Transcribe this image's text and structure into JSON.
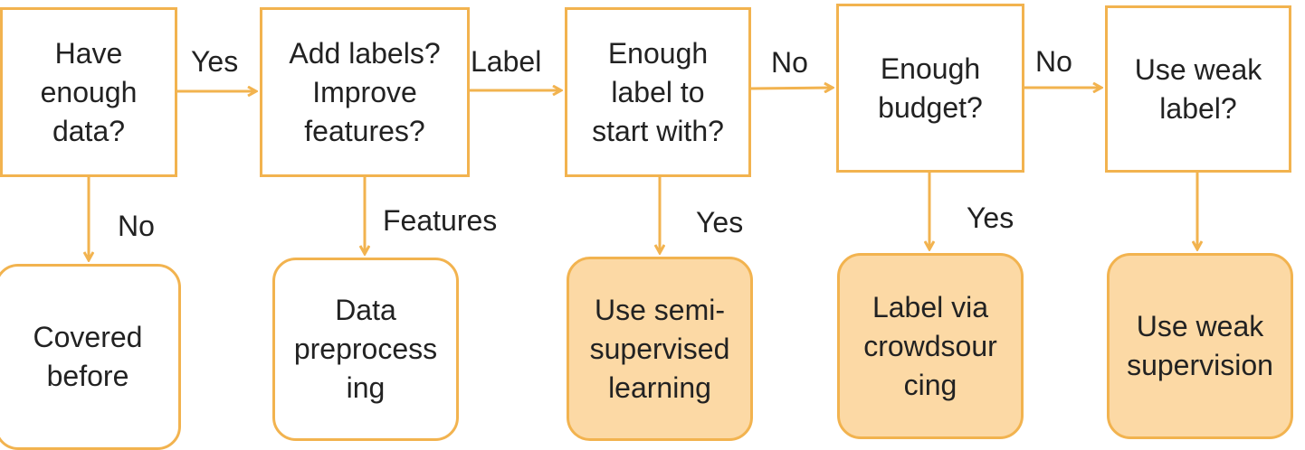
{
  "colors": {
    "stroke": "#f2b34f",
    "outcome_fill": "#fcd9a5",
    "text": "#222222",
    "background": "#ffffff"
  },
  "decisions": [
    {
      "id": "d1",
      "text": "Have\nenough\ndata?"
    },
    {
      "id": "d2",
      "text": "Add labels?\nImprove\nfeatures?"
    },
    {
      "id": "d3",
      "text": "Enough\nlabel to\nstart with?"
    },
    {
      "id": "d4",
      "text": "Enough\nbudget?"
    },
    {
      "id": "d5",
      "text": "Use weak\nlabel?"
    }
  ],
  "outcomes": [
    {
      "id": "o1",
      "text": "Covered\nbefore",
      "filled": false
    },
    {
      "id": "o2",
      "text": "Data\npreprocess\ning",
      "filled": false
    },
    {
      "id": "o3",
      "text": "Use semi-\nsupervised\nlearning",
      "filled": true
    },
    {
      "id": "o4",
      "text": "Label via\ncrowdsour\ncing",
      "filled": true
    },
    {
      "id": "o5",
      "text": "Use weak\nsupervision",
      "filled": true
    }
  ],
  "edges": [
    {
      "from": "d1",
      "to": "d2",
      "label": "Yes"
    },
    {
      "from": "d2",
      "to": "d3",
      "label": "Label"
    },
    {
      "from": "d3",
      "to": "d4",
      "label": "No"
    },
    {
      "from": "d4",
      "to": "d5",
      "label": "No"
    },
    {
      "from": "d1",
      "to": "o1",
      "label": "No"
    },
    {
      "from": "d2",
      "to": "o2",
      "label": "Features"
    },
    {
      "from": "d3",
      "to": "o3",
      "label": "Yes"
    },
    {
      "from": "d4",
      "to": "o4",
      "label": "Yes"
    },
    {
      "from": "d5",
      "to": "o5",
      "label": ""
    }
  ]
}
